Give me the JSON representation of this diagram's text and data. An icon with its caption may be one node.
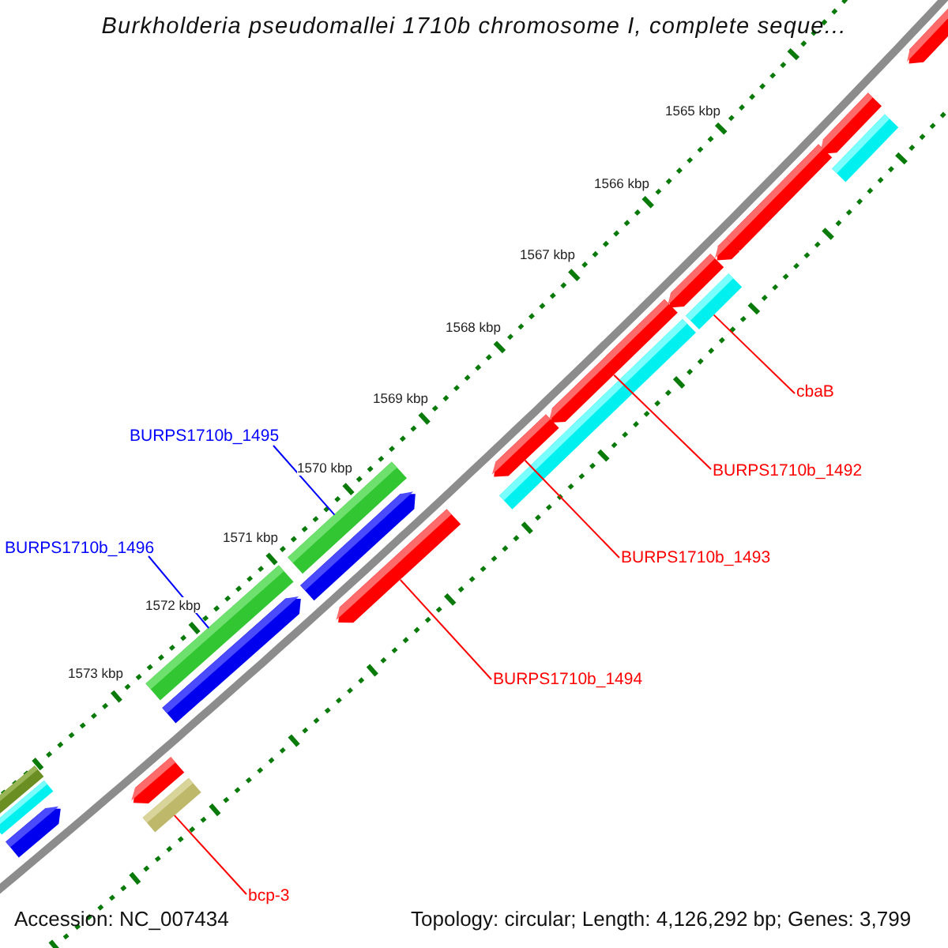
{
  "diagram": {
    "title": "Burkholderia pseudomallei 1710b chromosome I, complete seque...",
    "nodes": [
      {
        "text": [
          "cbaB"
        ]
      },
      {
        "text": [
          "BURPS1710b_1495"
        ]
      },
      {
        "text": [
          "BURPS1710b_1492"
        ]
      },
      {
        "text": [
          "BURPS1710b_1496"
        ]
      },
      {
        "text": [
          "BURPS1710b_1493"
        ]
      },
      {
        "text": [
          "BURPS1710b_1494"
        ]
      },
      {
        "text": [
          "bcp-3"
        ]
      },
      {
        "text": [],
        "shape": "bar"
      },
      {
        "text": [],
        "shape": "bar"
      },
      {
        "text": [],
        "shape": "bar"
      },
      {
        "text": [],
        "shape": "bar"
      },
      {
        "text": [],
        "shape": "bar"
      },
      {
        "text": [],
        "shape": "bar"
      },
      {
        "text": [],
        "shape": "bar"
      },
      {
        "text": [],
        "shape": "bar"
      },
      {
        "text": [],
        "shape": "bar"
      },
      {
        "text": [],
        "shape": "bar"
      },
      {
        "text": [],
        "shape": "bar"
      },
      {
        "text": [],
        "shape": "bar"
      },
      {
        "text": [],
        "shape": "bar"
      },
      {
        "text": [],
        "shape": "bar"
      },
      {
        "text": [],
        "shape": "bar"
      },
      {
        "text": [],
        "shape": "bar"
      },
      {
        "text": [],
        "shape": "bar"
      },
      {
        "text": [],
        "shape": "bar"
      },
      {
        "text": [],
        "shape": "bar"
      },
      {
        "text": [],
        "shape": "bar"
      }
    ],
    "edges": [
      {
        "from": 0,
        "to": 13,
        "arrow": "none"
      },
      {
        "from": 1,
        "to": 17,
        "arrow": "none",
        "color": "#0000ff"
      },
      {
        "from": 2,
        "to": 14,
        "arrow": "none"
      },
      {
        "from": 3,
        "to": 20,
        "arrow": "none",
        "color": "#0000ff"
      },
      {
        "from": 4,
        "to": 15,
        "arrow": "none"
      },
      {
        "from": 5,
        "to": 19,
        "arrow": "none"
      },
      {
        "from": 6,
        "to": 26,
        "arrow": "none"
      }
    ],
    "labels": [
      "1565 kbp",
      "1566 kbp",
      "1567 kbp",
      "1568 kbp",
      "1569 kbp",
      "1570 kbp",
      "1571 kbp",
      "1572 kbp",
      "1573 kbp",
      "Accession: NC_007434",
      "Topology: circular; Length: 4,126,292 bp; Genes: 3,799"
    ]
  }
}
